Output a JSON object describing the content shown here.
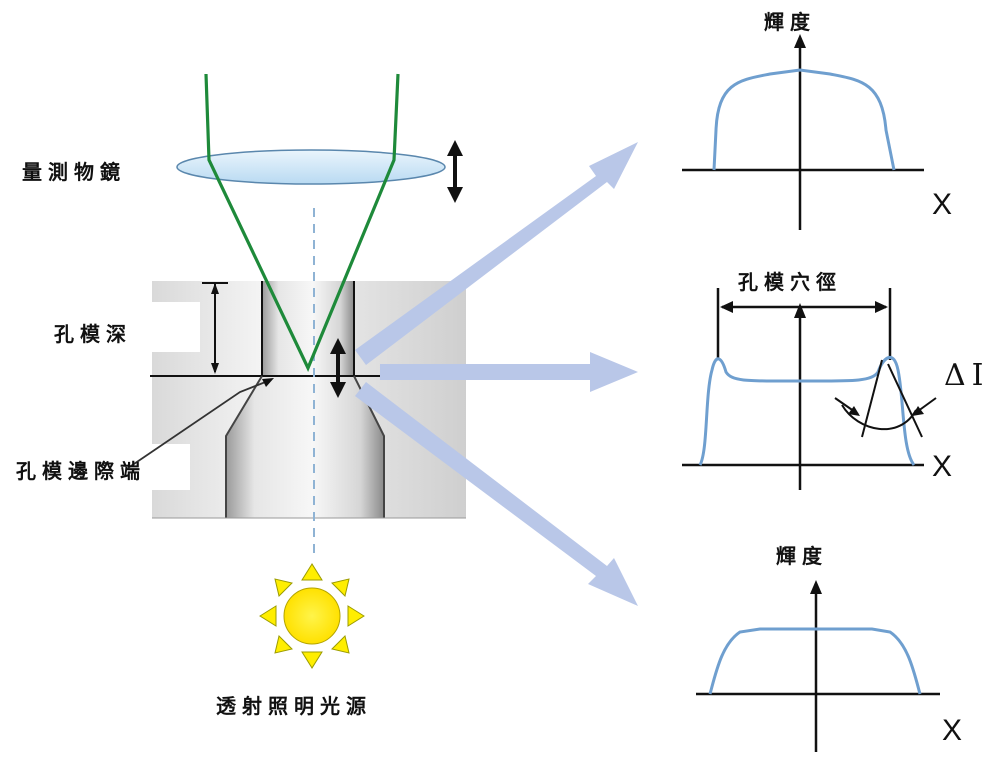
{
  "labels": {
    "objective": "量測物鏡",
    "hole_depth": "孔模深",
    "hole_edge": "孔模邊際端",
    "light_source": "透射照明光源",
    "hole_diameter": "孔模穴徑",
    "brightness_top": "輝度",
    "brightness_bottom": "輝度",
    "x_top": "X",
    "x_middle": "X",
    "x_bottom": "X",
    "delta_i": "ΔI"
  },
  "colors": {
    "light_path": "#1e8a3a",
    "curve": "#6f9fcf",
    "arrow": "#b9c7e8",
    "lens": "#cfe6f7",
    "sun": "#ffee00"
  }
}
